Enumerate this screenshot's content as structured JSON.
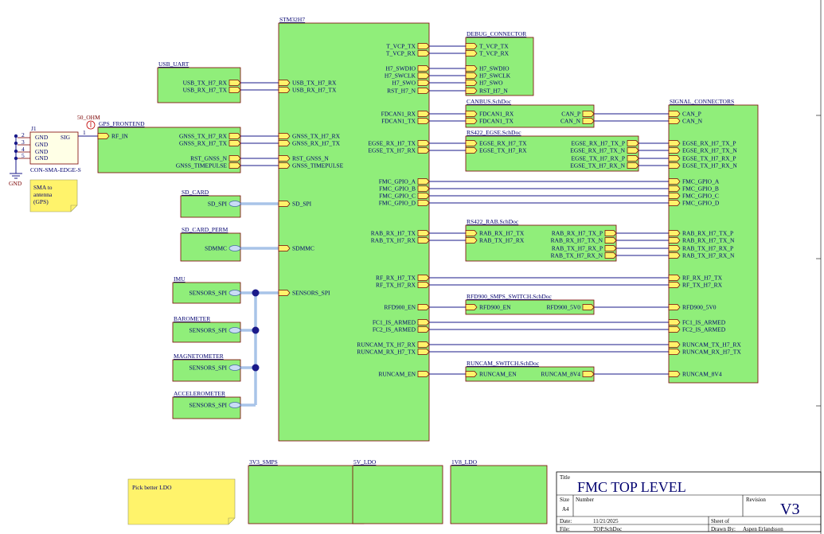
{
  "schematic": {
    "mcu": {
      "title": "STM32H7",
      "left_ports": [
        "USB_TX_H7_RX",
        "USB_RX_H7_TX",
        "GNSS_TX_H7_RX",
        "GNSS_RX_H7_TX",
        "RST_GNSS_N",
        "GNSS_TIMEPULSE",
        "SD_SPI",
        "SDMMC",
        "SENSORS_SPI"
      ],
      "right_ports": [
        "T_VCP_TX",
        "T_VCP_RX",
        "H7_SWDIO",
        "H7_SWCLK",
        "H7_SWO",
        "RST_H7_N",
        "FDCAN1_RX",
        "FDCAN1_TX",
        "EGSE_RX_H7_TX",
        "EGSE_TX_H7_RX",
        "FMC_GPIO_A",
        "FMC_GPIO_B",
        "FMC_GPIO_C",
        "FMC_GPIO_D",
        "RAB_RX_H7_TX",
        "RAB_TX_H7_RX",
        "RF_RX_H7_TX",
        "RF_TX_H7_RX",
        "RFD900_EN",
        "FC1_IS_ARMED",
        "FC2_IS_ARMED",
        "RUNCAM_TX_H7_RX",
        "RUNCAM_RX_H7_TX",
        "RUNCAM_EN"
      ]
    },
    "debug": {
      "title": "DEBUG_CONNECTOR",
      "ports": [
        "T_VCP_TX",
        "T_VCP_RX",
        "H7_SWDIO",
        "H7_SWCLK",
        "H7_SWO",
        "RST_H7_N"
      ]
    },
    "canbus": {
      "title": "CANBUS.SchDoc",
      "left": [
        "FDCAN1_RX",
        "FDCAN1_TX"
      ],
      "right": [
        "CAN_P",
        "CAN_N"
      ]
    },
    "egse": {
      "title": "RS422_EGSE.SchDoc",
      "left": [
        "EGSE_RX_H7_TX",
        "EGSE_TX_H7_RX"
      ],
      "right": [
        "EGSE_RX_H7_TX_P",
        "EGSE_RX_H7_TX_N",
        "EGSE_TX_H7_RX_P",
        "EGSE_TX_H7_RX_N"
      ]
    },
    "rab": {
      "title": "RS422_RAB.SchDoc",
      "left": [
        "RAB_RX_H7_TX",
        "RAB_TX_H7_RX"
      ],
      "right": [
        "RAB_RX_H7_TX_P",
        "RAB_RX_H7_TX_N",
        "RAB_TX_H7_RX_P",
        "RAB_TX_H7_RX_N"
      ]
    },
    "rfd": {
      "title": "RFD900_SMPS_SWITCH.SchDoc",
      "left": [
        "RFD900_EN"
      ],
      "right": [
        "RFD900_5V0"
      ]
    },
    "runcam": {
      "title": "RUNCAM_SWITCH.SchDoc",
      "left": [
        "RUNCAM_EN"
      ],
      "right": [
        "RUNCAM_8V4"
      ]
    },
    "signal": {
      "title": "SIGNAL_CONNECTORS",
      "ports": [
        "CAN_P",
        "CAN_N",
        "EGSE_RX_H7_TX_P",
        "EGSE_RX_H7_TX_N",
        "EGSE_TX_H7_RX_P",
        "EGSE_TX_H7_RX_N",
        "FMC_GPIO_A",
        "FMC_GPIO_B",
        "FMC_GPIO_C",
        "FMC_GPIO_D",
        "RAB_RX_H7_TX_P",
        "RAB_RX_H7_TX_N",
        "RAB_TX_H7_RX_P",
        "RAB_TX_H7_RX_N",
        "RF_RX_H7_TX",
        "RF_TX_H7_RX",
        "RFD900_5V0",
        "FC1_IS_ARMED",
        "FC2_IS_ARMED",
        "RUNCAM_TX_H7_RX",
        "RUNCAM_RX_H7_TX",
        "RUNCAM_8V4"
      ]
    },
    "usb": {
      "title": "USB_UART",
      "ports": [
        "USB_TX_H7_RX",
        "USB_RX_H7_TX"
      ]
    },
    "gps": {
      "title": "GPS_FRONTEND",
      "in": "RF_IN",
      "ports": [
        "GNSS_TX_H7_RX",
        "GNSS_RX_H7_TX",
        "RST_GNSS_N",
        "GNSS_TIMEPULSE"
      ]
    },
    "sdcard": {
      "title": "SD_CARD",
      "port": "SD_SPI"
    },
    "sdperm": {
      "title": "SD_CARD_PERM",
      "port": "SDMMC"
    },
    "sensors": [
      {
        "title": "IMU",
        "port": "SENSORS_SPI"
      },
      {
        "title": "BAROMETER",
        "port": "SENSORS_SPI"
      },
      {
        "title": "MAGNETOMETER",
        "port": "SENSORS_SPI"
      },
      {
        "title": "ACCELEROMETER",
        "port": "SENSORS_SPI"
      }
    ],
    "power": [
      {
        "title": "3V3_SMPS"
      },
      {
        "title": "5V_LDO"
      },
      {
        "title": "1V8_LDO"
      }
    ],
    "connector": {
      "ref": "J1",
      "part": "CON-SMA-EDGE-S",
      "sig": "SIG",
      "gnd": "GND",
      "pins": [
        "1",
        "2",
        "3",
        "4",
        "5"
      ],
      "gnd_label": "GND"
    },
    "impedance": "50_OHM",
    "net_pin": "1",
    "notes": {
      "sma": "SMA to antenna (GPS)",
      "ldo": "Pick better LDO"
    }
  },
  "title_block": {
    "title_label": "Title",
    "title": "FMC TOP LEVEL",
    "size_label": "Size",
    "size": "A4",
    "number_label": "Number",
    "revision_label": "Revision",
    "revision": "V3",
    "date_label": "Date:",
    "date": "11/21/2025",
    "sheet_label": "Sheet  of",
    "file_label": "File:",
    "file": "TOP.SchDoc",
    "drawn_label": "Drawn By:",
    "drawn": "Aspen Erlandsson"
  },
  "colors": {
    "block": "#90ee7a",
    "port": "#fff36b",
    "wire": "#1a1a8a",
    "bus": "#a8c4e8"
  }
}
